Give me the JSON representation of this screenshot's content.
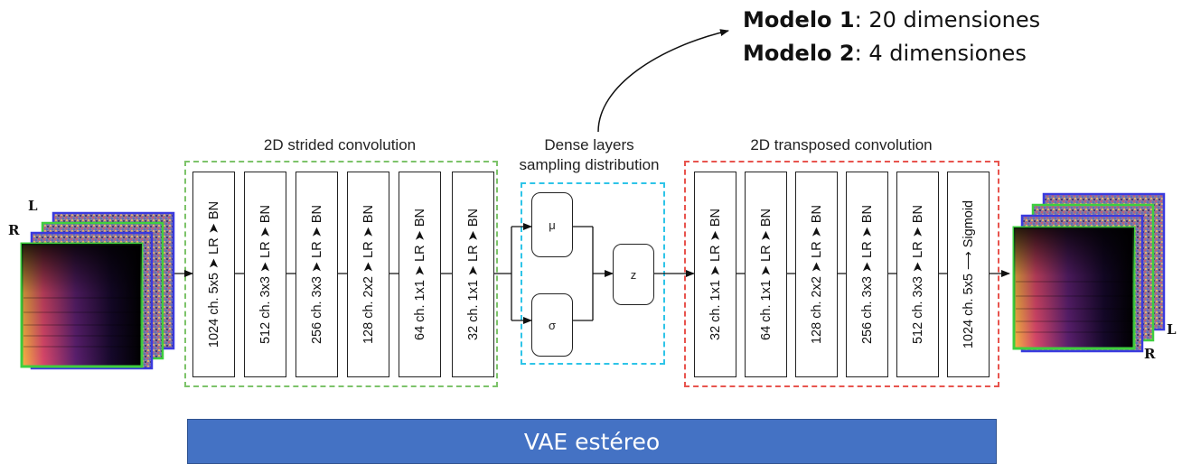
{
  "models": [
    {
      "name": "Modelo 1",
      "detail": ": 20 dimensiones"
    },
    {
      "name": "Modelo 2",
      "detail": ": 4 dimensiones"
    }
  ],
  "sections": {
    "encoder_title": "2D strided convolution",
    "dense_title_line1": "Dense layers",
    "dense_title_line2": "sampling distribution",
    "decoder_title": "2D transposed convolution"
  },
  "encoder_layers": [
    "1024 ch. 5x5 ➤ LR ➤ BN",
    "512 ch. 3x3 ➤ LR ➤ BN",
    "256 ch. 3x3 ➤ LR ➤ BN",
    "128 ch. 2x2 ➤ LR ➤ BN",
    "64 ch. 1x1 ➤ LR ➤ BN",
    "32 ch. 1x1 ➤ LR ➤ BN"
  ],
  "dense": {
    "mu": "μ",
    "sigma": "σ",
    "z": "z"
  },
  "decoder_layers": [
    "32 ch. 1x1 ➤ LR ➤ BN",
    "64 ch. 1x1 ➤ LR ➤ BN",
    "128 ch. 2x2 ➤ LR ➤ BN",
    "256 ch. 3x3 ➤ LR ➤ BN",
    "512 ch. 3x3 ➤ LR ➤ BN",
    "1024 ch. 5x5 ⟶ Sigmoid"
  ],
  "channels": {
    "left": "L",
    "right": "R"
  },
  "banner": "VAE estéreo",
  "colors": {
    "encoder_border": "#7dc36a",
    "dense_border": "#2ec4e8",
    "decoder_border": "#e8544e",
    "banner": "#4472C4",
    "spectrogram_border_front": "#3ecf3e",
    "spectrogram_border_back": "#3a3adf"
  }
}
